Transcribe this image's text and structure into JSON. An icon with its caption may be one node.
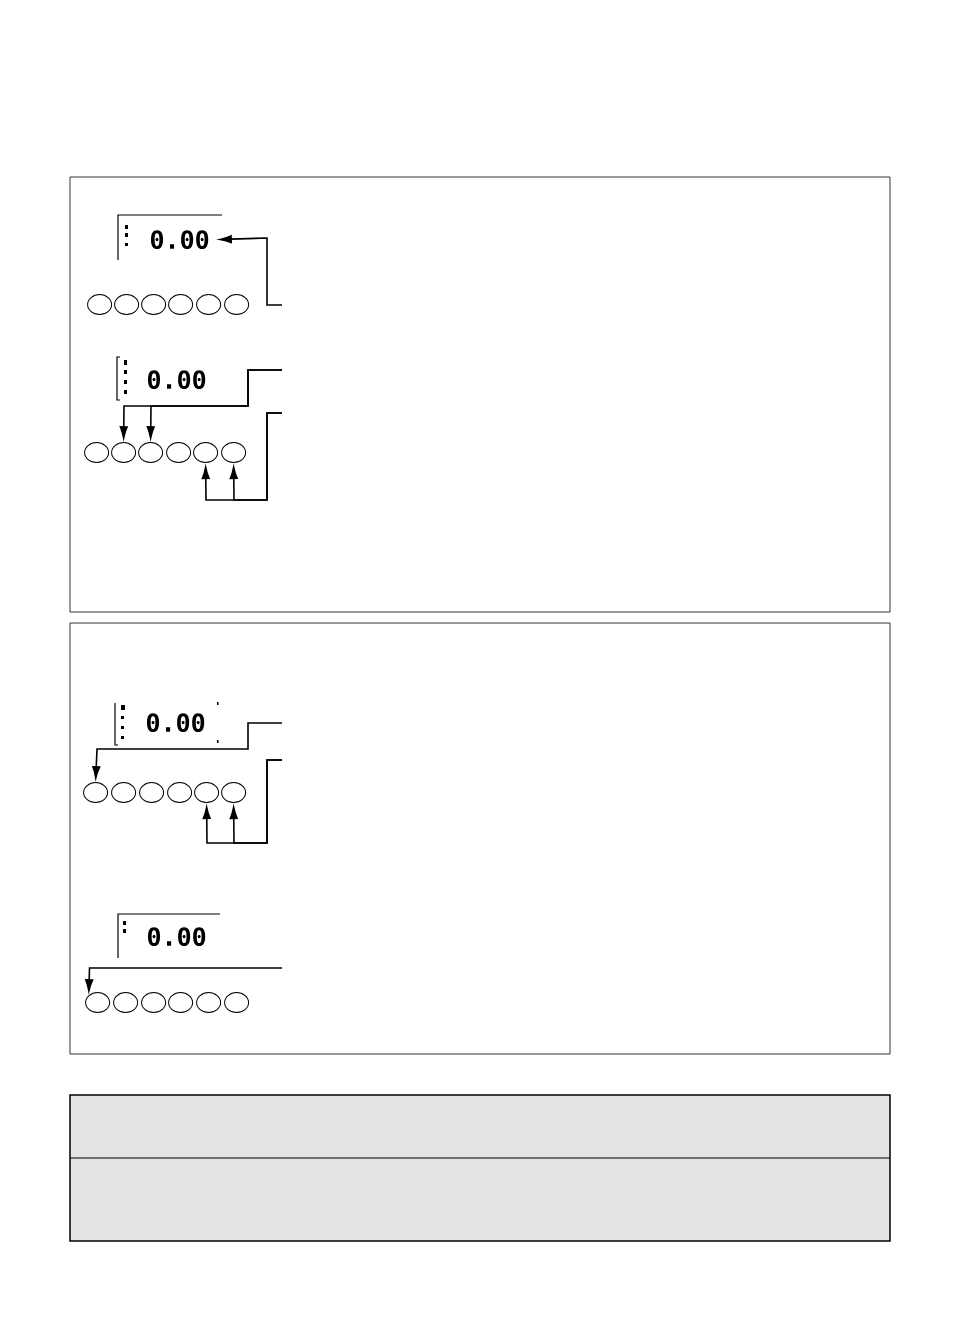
{
  "diagram": {
    "nodes": [
      {
        "text": [],
        "shape": "box"
      },
      {
        "text": [
          "0.00"
        ],
        "in": 0
      },
      {
        "text": [],
        "shape": "circle",
        "in": 0
      },
      {
        "text": [],
        "shape": "circle",
        "in": 0
      },
      {
        "text": [],
        "shape": "circle",
        "in": 0
      },
      {
        "text": [],
        "shape": "circle",
        "in": 0
      },
      {
        "text": [],
        "shape": "circle",
        "in": 0
      },
      {
        "text": [],
        "shape": "circle",
        "in": 0
      },
      {
        "text": [
          "0.00"
        ],
        "in": 0
      },
      {
        "text": [],
        "shape": "circle",
        "in": 0
      },
      {
        "text": [],
        "shape": "circle",
        "in": 0
      },
      {
        "text": [],
        "shape": "circle",
        "in": 0
      },
      {
        "text": [],
        "shape": "circle",
        "in": 0
      },
      {
        "text": [],
        "shape": "circle",
        "in": 0
      },
      {
        "text": [],
        "shape": "circle",
        "in": 0
      },
      {
        "text": [],
        "shape": "box"
      },
      {
        "text": [
          "0.00"
        ],
        "in": 15
      },
      {
        "text": [],
        "shape": "circle",
        "in": 15
      },
      {
        "text": [],
        "shape": "circle",
        "in": 15
      },
      {
        "text": [],
        "shape": "circle",
        "in": 15
      },
      {
        "text": [],
        "shape": "circle",
        "in": 15
      },
      {
        "text": [],
        "shape": "circle",
        "in": 15
      },
      {
        "text": [],
        "shape": "circle",
        "in": 15
      },
      {
        "text": [
          "0.00"
        ],
        "in": 15
      },
      {
        "text": [],
        "shape": "circle",
        "in": 15
      },
      {
        "text": [],
        "shape": "circle",
        "in": 15
      },
      {
        "text": [],
        "shape": "circle",
        "in": 15
      },
      {
        "text": [],
        "shape": "circle",
        "in": 15
      },
      {
        "text": [],
        "shape": "circle",
        "in": 15
      },
      {
        "text": [],
        "shape": "circle",
        "in": 15
      },
      {
        "text": [],
        "shape": "table"
      }
    ],
    "edges": [
      {
        "from": null,
        "to": 1,
        "arrow": "to"
      },
      {
        "from": null,
        "to": 10,
        "arrow": "to"
      },
      {
        "from": null,
        "to": 11,
        "arrow": "to"
      },
      {
        "from": null,
        "to": 13,
        "arrow": "to"
      },
      {
        "from": null,
        "to": 14,
        "arrow": "to"
      },
      {
        "from": null,
        "to": 17,
        "arrow": "to"
      },
      {
        "from": null,
        "to": 21,
        "arrow": "to"
      },
      {
        "from": null,
        "to": 22,
        "arrow": "to"
      },
      {
        "from": null,
        "to": 24,
        "arrow": "to"
      }
    ]
  }
}
